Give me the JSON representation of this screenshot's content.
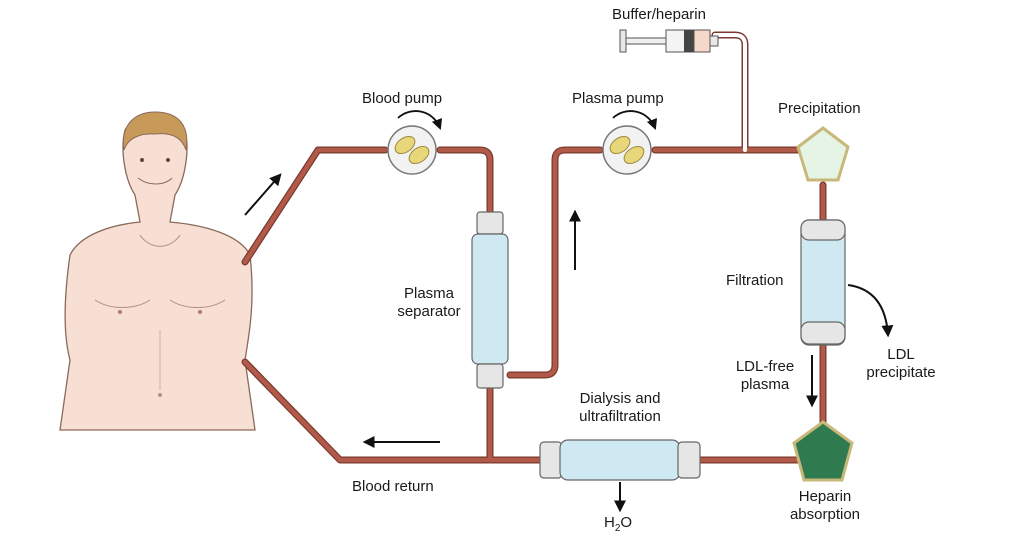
{
  "labels": {
    "buffer_heparin": "Buffer/heparin",
    "blood_pump": "Blood pump",
    "plasma_pump": "Plasma pump",
    "precipitation": "Precipitation",
    "plasma_separator_line1": "Plasma",
    "plasma_separator_line2": "separator",
    "filtration": "Filtration",
    "ldl_precipitate_line1": "LDL",
    "ldl_precipitate_line2": "precipitate",
    "ldl_free_line1": "LDL-free",
    "ldl_free_line2": "plasma",
    "dialysis_line1": "Dialysis and",
    "dialysis_line2": "ultrafiltration",
    "blood_return": "Blood return",
    "water_main": "H",
    "water_sub": "2",
    "water_tail": "O",
    "heparin_absorption_line1": "Heparin",
    "heparin_absorption_line2": "absorption"
  },
  "colors": {
    "tube": "#b25a4a",
    "tube_outline": "#7a3a2e",
    "skin": "#f7dfd4",
    "skin_line": "#8a6a5a",
    "hair": "#c89a5a",
    "cartridge": "#cfe9f2",
    "precip_fill": "#e6f4e6",
    "heparin_fill": "#2f7a4e",
    "pump_rotor": "#e8d67a",
    "arrow": "#111111"
  }
}
